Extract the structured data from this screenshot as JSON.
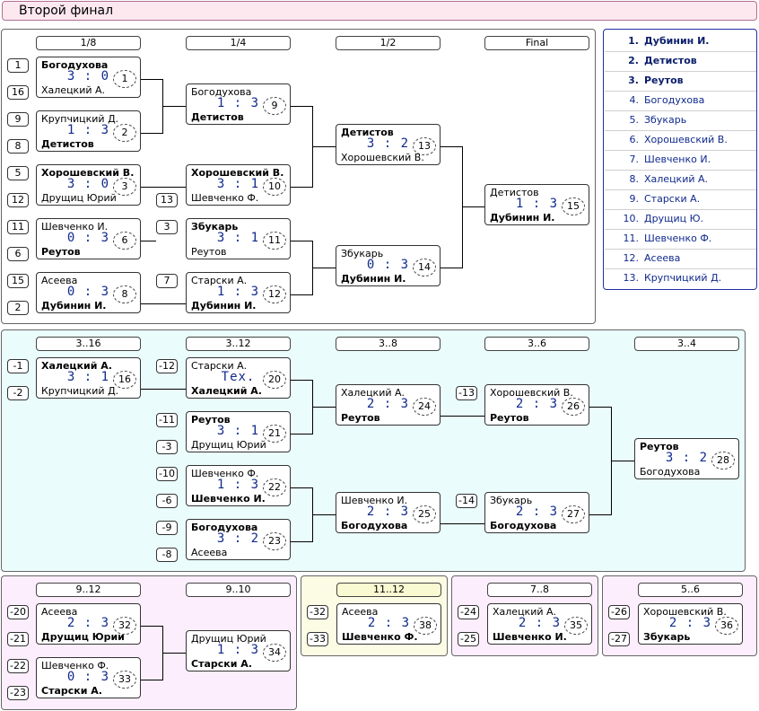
{
  "title": "Второй финал",
  "rounds_main": [
    "1/8",
    "1/4",
    "1/2",
    "Final"
  ],
  "rounds_consol": [
    "3..16",
    "3..12",
    "3..8",
    "3..6",
    "3..4"
  ],
  "rounds_a": [
    "9..12",
    "9..10"
  ],
  "round_b": "11..12",
  "round_c": "7..8",
  "round_d": "5..6",
  "seeds": {
    "s1": "1",
    "s16": "16",
    "s9": "9",
    "s8": "8",
    "s5": "5",
    "s12": "12",
    "s11": "11",
    "s6": "6",
    "s15": "15",
    "s2": "2",
    "q13": "13",
    "q3": "3",
    "q7": "7",
    "c1": "-1",
    "c2": "-2",
    "c12": "-12",
    "c11": "-11",
    "c3": "-3",
    "c10": "-10",
    "c6": "-6",
    "c9": "-9",
    "c8": "-8",
    "c13": "-13",
    "c14": "-14",
    "a20": "-20",
    "a21": "-21",
    "a22": "-22",
    "a23": "-23",
    "b32": "-32",
    "b33": "-33",
    "d24": "-24",
    "d25": "-25",
    "e26": "-26",
    "e27": "-27"
  },
  "matches": {
    "m1": {
      "p1": "Богодухова",
      "p2": "Халецкий А.",
      "score": "3 : 0",
      "num": "1"
    },
    "m2": {
      "p1": "Крупчицкий Д.",
      "p2": "Детистов",
      "score": "1 : 3",
      "num": "2"
    },
    "m3": {
      "p1": "Хорошевский В.",
      "p2": "Друщиц Юрий",
      "score": "3 : 0",
      "num": "3"
    },
    "m6": {
      "p1": "Шевченко И.",
      "p2": "Реутов",
      "score": "0 : 3",
      "num": "6"
    },
    "m8": {
      "p1": "Асеева",
      "p2": "Дубинин И.",
      "score": "0 : 3",
      "num": "8"
    },
    "m9": {
      "p1": "Богодухова",
      "p2": "Детистов",
      "score": "1 : 3",
      "num": "9"
    },
    "m10": {
      "p1": "Хорошевский В.",
      "p2": "Шевченко Ф.",
      "score": "3 : 1",
      "num": "10"
    },
    "m11": {
      "p1": "Збукарь",
      "p2": "Реутов",
      "score": "3 : 1",
      "num": "11"
    },
    "m12": {
      "p1": "Старски А.",
      "p2": "Дубинин И.",
      "score": "1 : 3",
      "num": "12"
    },
    "m13": {
      "p1": "Детистов",
      "p2": "Хорошевский В.",
      "score": "3 : 2",
      "num": "13"
    },
    "m14": {
      "p1": "Збукарь",
      "p2": "Дубинин И.",
      "score": "0 : 3",
      "num": "14"
    },
    "m15": {
      "p1": "Детистов",
      "p2": "Дубинин И.",
      "score": "1 : 3",
      "num": "15"
    },
    "m16": {
      "p1": "Халецкий А.",
      "p2": "Крупчицкий Д.",
      "score": "3 : 1",
      "num": "16"
    },
    "m20": {
      "p1": "Старски А.",
      "p2": "Халецкий А.",
      "score": "Tex.",
      "num": "20"
    },
    "m21": {
      "p1": "Реутов",
      "p2": "Друщиц Юрий",
      "score": "3 : 1",
      "num": "21"
    },
    "m22": {
      "p1": "Шевченко Ф.",
      "p2": "Шевченко И.",
      "score": "1 : 3",
      "num": "22"
    },
    "m23": {
      "p1": "Богодухова",
      "p2": "Асеева",
      "score": "3 : 2",
      "num": "23"
    },
    "m24": {
      "p1": "Халецкий А.",
      "p2": "Реутов",
      "score": "2 : 3",
      "num": "24"
    },
    "m25": {
      "p1": "Шевченко И.",
      "p2": "Богодухова",
      "score": "2 : 3",
      "num": "25"
    },
    "m26": {
      "p1": "Хорошевский В.",
      "p2": "Реутов",
      "score": "2 : 3",
      "num": "26"
    },
    "m27": {
      "p1": "Збукарь",
      "p2": "Богодухова",
      "score": "2 : 3",
      "num": "27"
    },
    "m28": {
      "p1": "Реутов",
      "p2": "Богодухова",
      "score": "3 : 2",
      "num": "28"
    },
    "m32": {
      "p1": "Асеева",
      "p2": "Друщиц Юрий",
      "score": "2 : 3",
      "num": "32"
    },
    "m33": {
      "p1": "Шевченко Ф.",
      "p2": "Старски А.",
      "score": "0 : 3",
      "num": "33"
    },
    "m34": {
      "p1": "Друщиц Юрий",
      "p2": "Старски А.",
      "score": "1 : 3",
      "num": "34"
    },
    "m38": {
      "p1": "Асеева",
      "p2": "Шевченко Ф.",
      "score": "2 : 3",
      "num": "38"
    },
    "m35": {
      "p1": "Халецкий А.",
      "p2": "Шевченко И.",
      "score": "2 : 3",
      "num": "35"
    },
    "m36": {
      "p1": "Хорошевский В.",
      "p2": "Збукарь",
      "score": "2 : 3",
      "num": "36"
    }
  },
  "standings": [
    {
      "rank": "1.",
      "name": "Дубинин И."
    },
    {
      "rank": "2.",
      "name": "Детистов"
    },
    {
      "rank": "3.",
      "name": "Реутов"
    },
    {
      "rank": "4.",
      "name": "Богодухова"
    },
    {
      "rank": "5.",
      "name": "Збукарь"
    },
    {
      "rank": "6.",
      "name": "Хорошевский В."
    },
    {
      "rank": "7.",
      "name": "Шевченко И."
    },
    {
      "rank": "8.",
      "name": "Халецкий А."
    },
    {
      "rank": "9.",
      "name": "Старски А."
    },
    {
      "rank": "10.",
      "name": "Друщиц Ю."
    },
    {
      "rank": "11.",
      "name": "Шевченко Ф."
    },
    {
      "rank": "12.",
      "name": "Асеева"
    },
    {
      "rank": "13.",
      "name": "Крупчицкий Д."
    }
  ],
  "colors": {
    "title_bg": "#fde8f0",
    "consol_bg": "#eafcfc",
    "pink_bg": "#fdeefd",
    "yellow_bg": "#fcfce4",
    "yellow_hdr": "#fafad2",
    "score": "#102a8c"
  }
}
